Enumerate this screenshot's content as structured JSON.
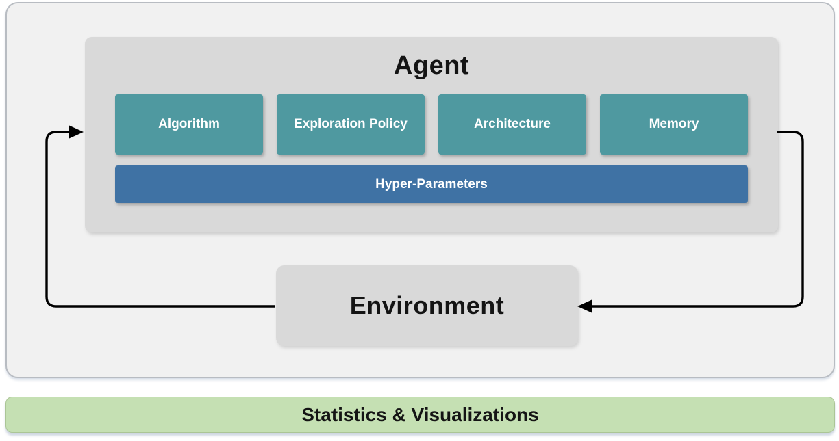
{
  "diagram": {
    "agent": {
      "title": "Agent",
      "modules": [
        {
          "label": "Algorithm"
        },
        {
          "label": "Exploration Policy"
        },
        {
          "label": "Architecture"
        },
        {
          "label": "Memory"
        }
      ],
      "hyper_parameters_label": "Hyper-Parameters"
    },
    "environment": {
      "title": "Environment"
    },
    "footer": {
      "label": "Statistics & Visualizations"
    },
    "arrows": [
      {
        "name": "agent-to-environment",
        "direction": "from Agent right side, down, into Environment right side"
      },
      {
        "name": "environment-to-agent",
        "direction": "from Environment left side, up, into Agent left side"
      }
    ],
    "colors": {
      "module_teal": "#4F99A0",
      "hyper_parameters_blue": "#3F72A4",
      "box_gray": "#D9D9D9",
      "container_gray": "#F1F1F1",
      "footer_green": "#C5E0B3",
      "arrow_black": "#000000"
    }
  }
}
